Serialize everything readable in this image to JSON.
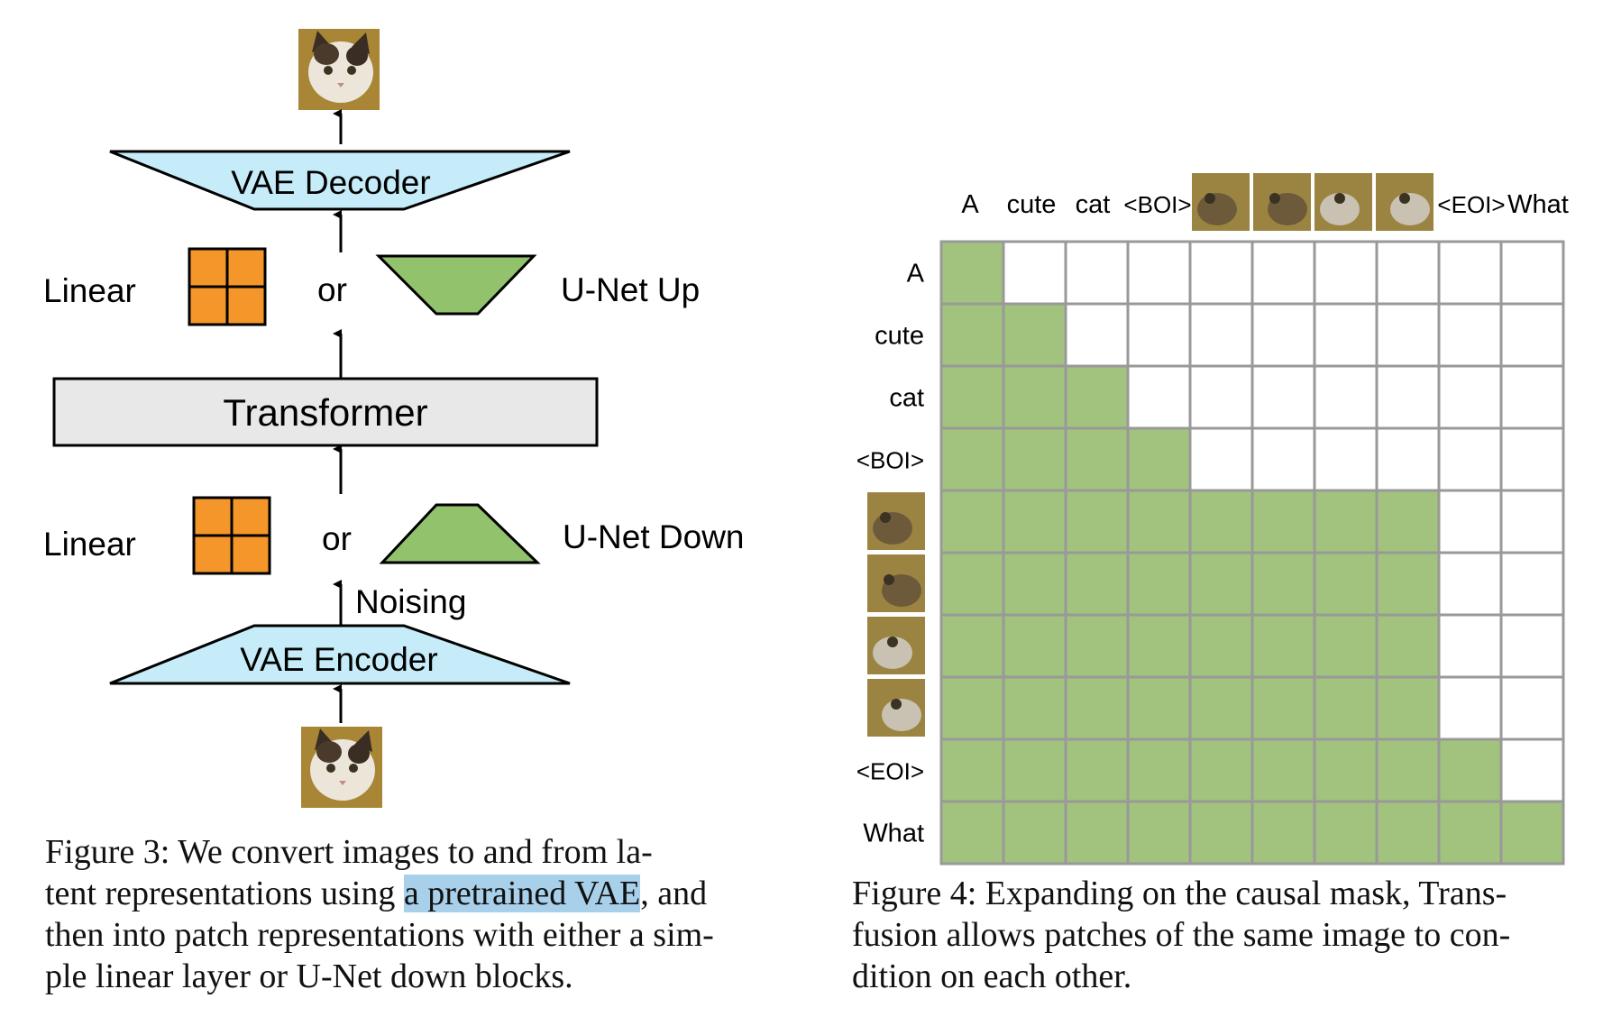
{
  "figure3": {
    "vae_decoder": "VAE Decoder",
    "vae_encoder": "VAE Encoder",
    "transformer": "Transformer",
    "linear_top": "Linear",
    "linear_bottom": "Linear",
    "or_top": "or",
    "or_bottom": "or",
    "unet_up": "U-Net Up",
    "unet_down": "U-Net Down",
    "noising": "Noising",
    "caption_lines": [
      "Figure 3:  We convert images to and from la-",
      "tent representations using ",
      "a pretrained VAE",
      ", and",
      "then into patch representations with either a sim-",
      "ple linear layer or U-Net down blocks."
    ]
  },
  "figure4": {
    "col_labels": [
      "A",
      "cute",
      "cat",
      "<BOI>",
      "",
      "",
      "",
      "",
      "<EOI>",
      "What"
    ],
    "row_labels": [
      "A",
      "cute",
      "cat",
      "<BOI>",
      "",
      "",
      "",
      "",
      "<EOI>",
      "What"
    ],
    "mask": [
      [
        1,
        0,
        0,
        0,
        0,
        0,
        0,
        0,
        0,
        0
      ],
      [
        1,
        1,
        0,
        0,
        0,
        0,
        0,
        0,
        0,
        0
      ],
      [
        1,
        1,
        1,
        0,
        0,
        0,
        0,
        0,
        0,
        0
      ],
      [
        1,
        1,
        1,
        1,
        0,
        0,
        0,
        0,
        0,
        0
      ],
      [
        1,
        1,
        1,
        1,
        1,
        1,
        1,
        1,
        0,
        0
      ],
      [
        1,
        1,
        1,
        1,
        1,
        1,
        1,
        1,
        0,
        0
      ],
      [
        1,
        1,
        1,
        1,
        1,
        1,
        1,
        1,
        0,
        0
      ],
      [
        1,
        1,
        1,
        1,
        1,
        1,
        1,
        1,
        0,
        0
      ],
      [
        1,
        1,
        1,
        1,
        1,
        1,
        1,
        1,
        1,
        0
      ],
      [
        1,
        1,
        1,
        1,
        1,
        1,
        1,
        1,
        1,
        1
      ]
    ],
    "caption_lines": [
      "Figure 4: Expanding on the causal mask, Trans-",
      "fusion allows patches of the same image to con-",
      "dition on each other."
    ]
  },
  "colors": {
    "vae": "#c5ecf8",
    "linear_block": "#f5962b",
    "unet": "#93c26d",
    "mask_on": "#a1c37d",
    "mask_off": "#ffffff",
    "grid": "#999999",
    "transformer": "#e8e8e8"
  }
}
